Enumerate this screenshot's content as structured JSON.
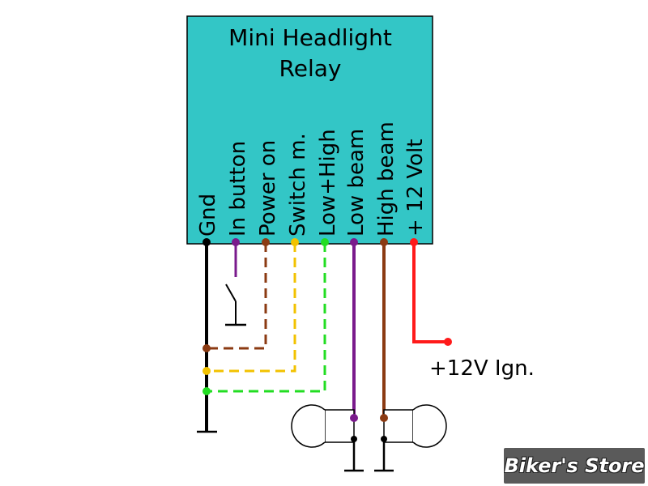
{
  "relay": {
    "title_line1": "Mini Headlight",
    "title_line2": "Relay",
    "fill_color": "#33c6c6"
  },
  "terminals": [
    {
      "label": "Gnd",
      "color": "#000000"
    },
    {
      "label": "In button",
      "color": "#7a1a8c"
    },
    {
      "label": "Power on",
      "color": "#8b3a12"
    },
    {
      "label": "Switch m.",
      "color": "#f2c200"
    },
    {
      "label": "Low+High",
      "color": "#22dd22"
    },
    {
      "label": "Low beam",
      "color": "#7a1a8c"
    },
    {
      "label": "High beam",
      "color": "#8b3a12"
    },
    {
      "label": "+ 12 Volt",
      "color": "#ff1a1a"
    }
  ],
  "ignition_label": "+12V Ign.",
  "watermark": "Biker's Store"
}
